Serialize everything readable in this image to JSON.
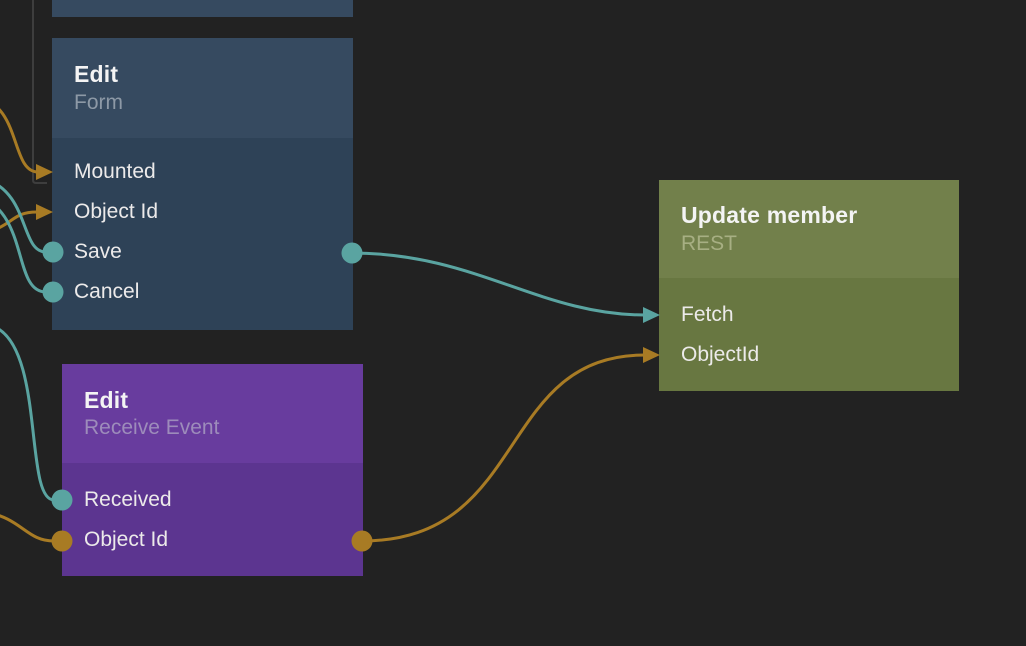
{
  "canvas": {
    "background": "#222222"
  },
  "colors": {
    "signal_wire": "#5AA4A1",
    "data_wire": "#A87B24",
    "idle_wire": "#3E3E3E"
  },
  "nodes": {
    "partial_top": {
      "title": "",
      "subtitle": "",
      "header_color": "#364A60"
    },
    "edit_form": {
      "title": "Edit",
      "subtitle": "Form",
      "header_color": "#364A60",
      "body_color": "#2E4257",
      "subtitle_color": "#8D99A6",
      "ports": [
        {
          "label": "Mounted"
        },
        {
          "label": "Object Id"
        },
        {
          "label": "Save"
        },
        {
          "label": "Cancel"
        }
      ]
    },
    "edit_receive_event": {
      "title": "Edit",
      "subtitle": "Receive Event",
      "header_color": "#683C9E",
      "body_color": "#5C3590",
      "subtitle_color": "#9D8CBB",
      "ports": [
        {
          "label": "Received"
        },
        {
          "label": "Object Id"
        }
      ]
    },
    "update_member": {
      "title": "Update member",
      "subtitle": "REST",
      "header_color": "#72804B",
      "body_color": "#687741",
      "subtitle_color": "#A7AF83",
      "ports": [
        {
          "label": "Fetch"
        },
        {
          "label": "ObjectId"
        }
      ]
    }
  },
  "connections": [
    {
      "from": "edit-form.output",
      "to": "update-member.fetch",
      "type": "signal"
    },
    {
      "from": "edit-receive-event.output",
      "to": "update-member.objectid",
      "type": "data"
    },
    {
      "from": "offscreen-left",
      "to": "edit-form.mounted",
      "type": "data"
    },
    {
      "from": "offscreen-left",
      "to": "edit-form.object-id",
      "type": "data"
    },
    {
      "from": "offscreen-left",
      "to": "edit-form.save",
      "type": "signal"
    },
    {
      "from": "offscreen-left",
      "to": "edit-form.cancel",
      "type": "signal"
    },
    {
      "from": "offscreen-left",
      "to": "edit-receive-event.received",
      "type": "signal"
    },
    {
      "from": "offscreen-left",
      "to": "edit-receive-event.object-id",
      "type": "data"
    },
    {
      "from": "offscreen-top",
      "to": "edit-form.mounted",
      "type": "idle"
    }
  ]
}
